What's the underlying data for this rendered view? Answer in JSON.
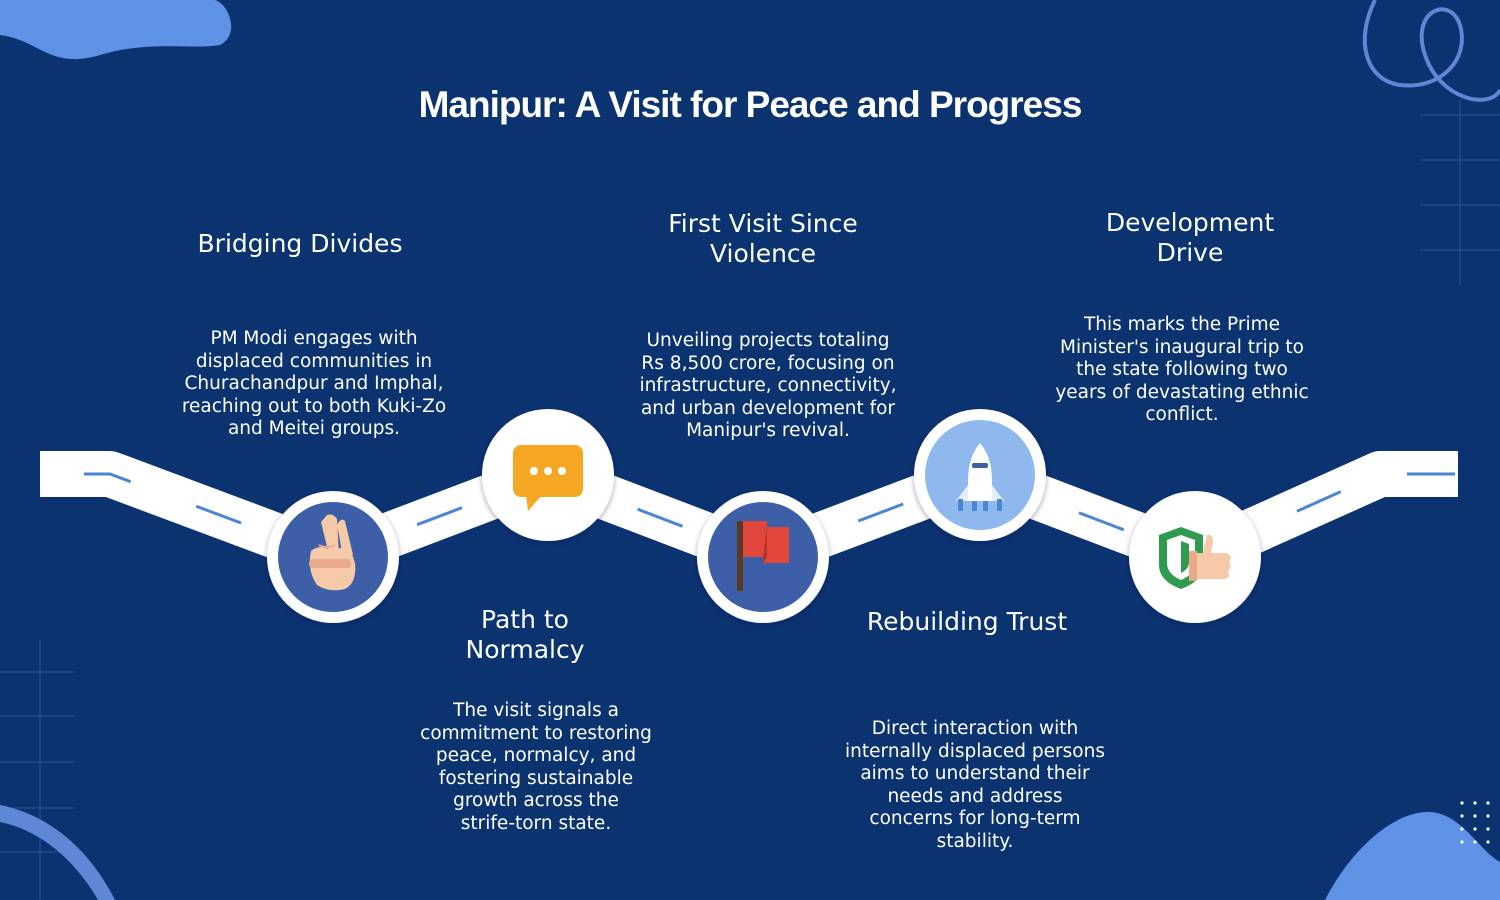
{
  "title": "Manipur: A Visit for Peace and Progress",
  "colors": {
    "background": "#0b3370",
    "road": "#ffffff",
    "lane": "#4a86d1",
    "icon_disc": "#3d5fa8",
    "icon_disc_light": "#8fb8ef",
    "decor": "#5e92e6"
  },
  "steps": [
    {
      "heading_lines": [
        "Bridging Divides"
      ],
      "description_lines": [
        "PM Modi engages with",
        "displaced communities in",
        "Churachandpur and Imphal,",
        "reaching out to both Kuki-Zo",
        "and Meitei groups."
      ],
      "icon": "victory-hand-icon"
    },
    {
      "heading_lines": [
        "Path to",
        "Normalcy"
      ],
      "description_lines": [
        "The visit signals a",
        "commitment to restoring",
        "peace, normalcy, and",
        "fostering sustainable",
        "growth across the",
        "strife-torn state."
      ],
      "icon": "chat-bubble-icon"
    },
    {
      "heading_lines": [
        "First Visit Since",
        "Violence"
      ],
      "description_lines": [
        "Unveiling projects totaling",
        "Rs 8,500 crore, focusing on",
        "infrastructure, connectivity,",
        "and urban development for",
        "Manipur's revival."
      ],
      "icon": "red-flag-icon"
    },
    {
      "heading_lines": [
        "Rebuilding Trust"
      ],
      "description_lines": [
        "Direct interaction with",
        "internally displaced persons",
        "aims to understand their",
        "needs and address",
        "concerns for long-term",
        "stability."
      ],
      "icon": "rocket-icon"
    },
    {
      "heading_lines": [
        "Development",
        "Drive"
      ],
      "description_lines": [
        "This marks the Prime",
        "Minister's inaugural trip to",
        "the state following two",
        "years of devastating ethnic",
        "conflict."
      ],
      "icon": "shield-thumbs-up-icon"
    }
  ]
}
